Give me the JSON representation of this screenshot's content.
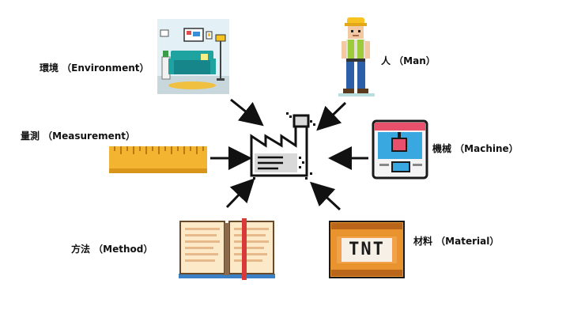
{
  "labels": {
    "environment": "環境 （Environment）",
    "man": "人 （Man）",
    "measurement": "量測 （Measurement）",
    "machine": "機械 （Machine）",
    "method": "方法 （Method）",
    "material": "材料 （Material）"
  },
  "tnt_text": "TNT",
  "colors": {
    "ruler": "#f3b432",
    "couch": "#1fa3a0",
    "wall": "#e3f1f6",
    "floor": "#f0c040",
    "machine_pink": "#e8506b",
    "machine_blue": "#3aa8e0",
    "book_red": "#d83a3a",
    "book_page": "#fce9c8",
    "crate": "#e8932e",
    "crate_dark": "#b9661a",
    "hard_hat": "#f6c323",
    "vest": "#9ccc3c",
    "jeans": "#2d5fa8",
    "factory_gray": "#d9d9d9",
    "outline": "#111111"
  }
}
